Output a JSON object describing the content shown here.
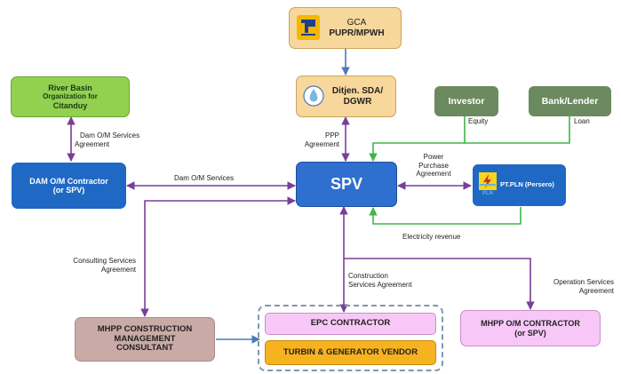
{
  "nodes": {
    "gca": {
      "line1": "GCA",
      "line2": "PUPR/MPWH"
    },
    "ditjen": {
      "line1": "Ditjen. SDA/",
      "line2": "DGWR"
    },
    "investor": {
      "label": "Investor"
    },
    "bank": {
      "label": "Bank/Lender"
    },
    "river": {
      "line1": "River Basin",
      "line2": "Organization for",
      "line3": "Citanduy"
    },
    "dam": {
      "line1": "DAM O/M Contractor",
      "line2": "(or SPV)"
    },
    "spv": {
      "label": "SPV"
    },
    "pln": {
      "label": "PT.PLN (Persero)",
      "logo_text": "PLN"
    },
    "mhpp_cm": {
      "line1": "MHPP CONSTRUCTION",
      "line2": "MANAGEMENT",
      "line3": "CONSULTANT"
    },
    "epc": {
      "label": "EPC CONTRACTOR"
    },
    "turbin": {
      "label": "TURBIN & GENERATOR VENDOR"
    },
    "mhpp_om": {
      "line1": "MHPP O/M CONTRACTOR",
      "line2": "(or SPV)"
    }
  },
  "edges": {
    "dam_om_services_agreement": {
      "line1": "Dam O/M Services",
      "line2": "Agreement"
    },
    "ppp_agreement": {
      "line1": "PPP",
      "line2": "Agreement"
    },
    "equity": "Equity",
    "loan": "Loan",
    "power_purchase": {
      "line1": "Power",
      "line2": "Purchase",
      "line3": "Agreement"
    },
    "dam_om_services": "Dam O/M Services",
    "electricity_revenue": "Electricity revenue",
    "consulting": {
      "line1": "Consulting Services",
      "line2": "Agreement"
    },
    "construction": {
      "line1": "Construction",
      "line2": "Services Agreement"
    },
    "operation": {
      "line1": "Operation Services",
      "line2": "Agreement"
    }
  },
  "colors": {
    "gold": "#f7d79b",
    "gold_border": "#c9a45c",
    "green_light": "#92d050",
    "green_dark": "#6b8a5f",
    "blue": "#1f68c4",
    "blue_spv": "#2e6fd0",
    "mauve": "#c9aaa6",
    "pink": "#f7c8f7",
    "orange": "#f7b21f",
    "arrow_purple": "#7a3e96",
    "arrow_green": "#3fb54a",
    "arrow_blue": "#4a7ab8"
  }
}
